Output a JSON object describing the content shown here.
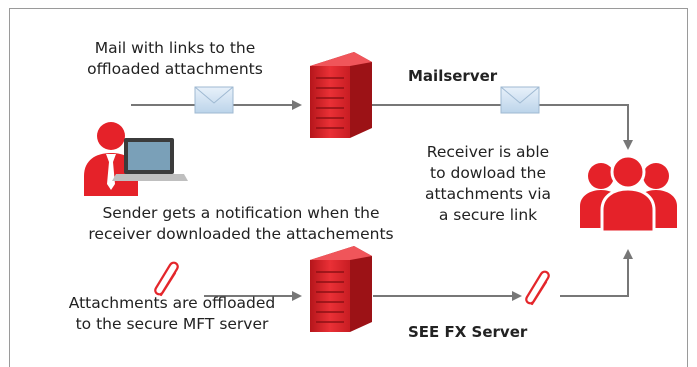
{
  "labels": {
    "mail_links": [
      "Mail with links to the",
      "offloaded attachments"
    ],
    "mailserver": "Mailserver",
    "receiver": [
      "Receiver is able",
      "to dowload the",
      "attachments via",
      "a secure link"
    ],
    "sender_notice": [
      "Sender gets a notification when the",
      "receiver downloaded the attachements"
    ],
    "attachments_offloaded": [
      "Attachments are offloaded",
      "to the secure MFT server"
    ],
    "see_fx_server": "SEE FX Server"
  },
  "colors": {
    "server_red": "#e4262b",
    "person_red": "#e52229",
    "envelope": "#cfe2f3",
    "arrow": "#777777",
    "paperclip": "#e4262b"
  },
  "icons": [
    "sender-person-icon",
    "laptop-icon",
    "envelope-icon",
    "server-icon",
    "receivers-group-icon",
    "paperclip-icon"
  ]
}
